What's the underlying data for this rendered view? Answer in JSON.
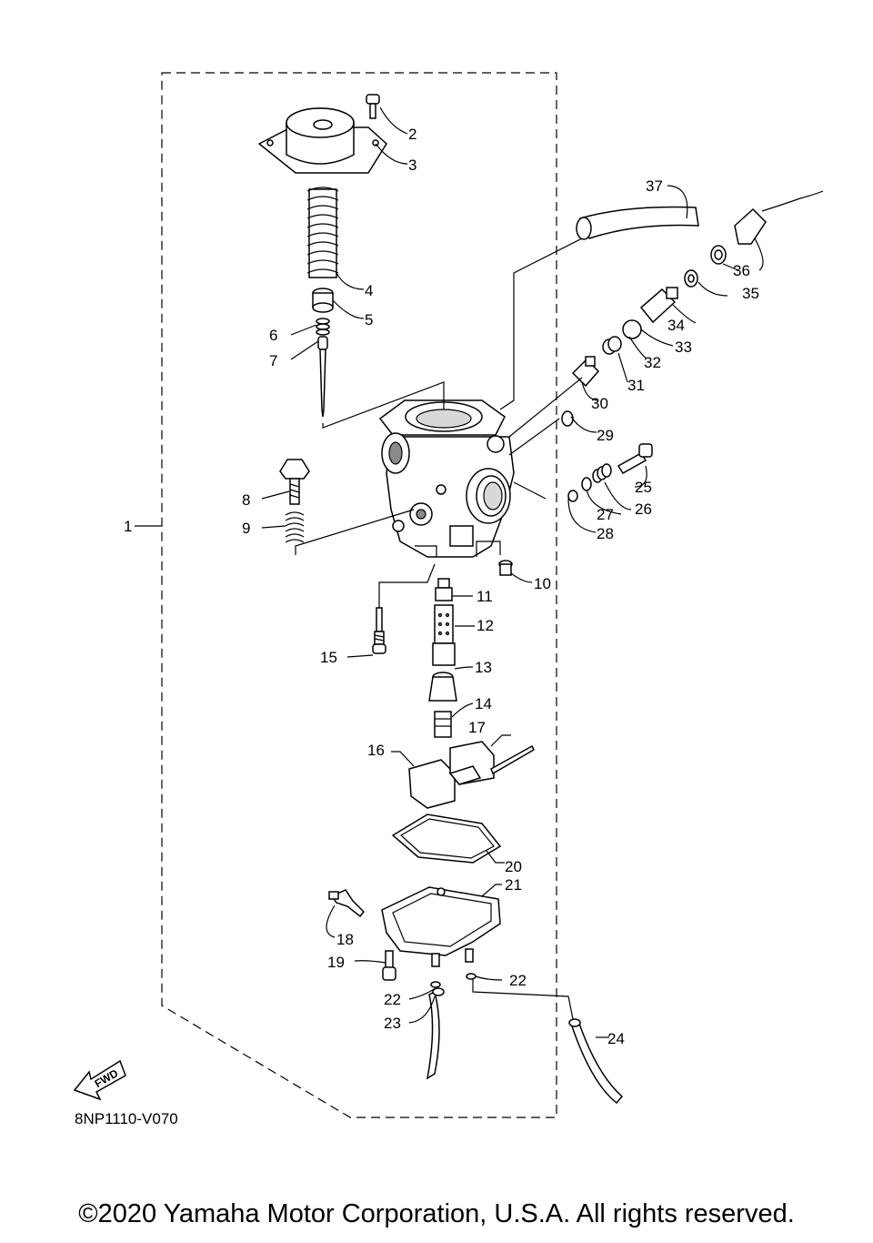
{
  "diagram": {
    "drawing_code": "8NP1110-V070",
    "fwd_label": "FWD",
    "parts": [
      {
        "num": "1"
      },
      {
        "num": "2"
      },
      {
        "num": "3"
      },
      {
        "num": "4"
      },
      {
        "num": "5"
      },
      {
        "num": "6"
      },
      {
        "num": "7"
      },
      {
        "num": "8"
      },
      {
        "num": "9"
      },
      {
        "num": "10"
      },
      {
        "num": "11"
      },
      {
        "num": "12"
      },
      {
        "num": "13"
      },
      {
        "num": "14"
      },
      {
        "num": "15"
      },
      {
        "num": "16"
      },
      {
        "num": "17"
      },
      {
        "num": "18"
      },
      {
        "num": "19"
      },
      {
        "num": "20"
      },
      {
        "num": "21"
      },
      {
        "num": "22"
      },
      {
        "num": "22"
      },
      {
        "num": "23"
      },
      {
        "num": "24"
      },
      {
        "num": "25"
      },
      {
        "num": "26"
      },
      {
        "num": "27"
      },
      {
        "num": "28"
      },
      {
        "num": "29"
      },
      {
        "num": "30"
      },
      {
        "num": "31"
      },
      {
        "num": "32"
      },
      {
        "num": "33"
      },
      {
        "num": "34"
      },
      {
        "num": "35"
      },
      {
        "num": "36"
      },
      {
        "num": "37"
      }
    ]
  },
  "footer": {
    "copyright": "©2020 Yamaha Motor Corporation, U.S.A. All rights reserved."
  }
}
